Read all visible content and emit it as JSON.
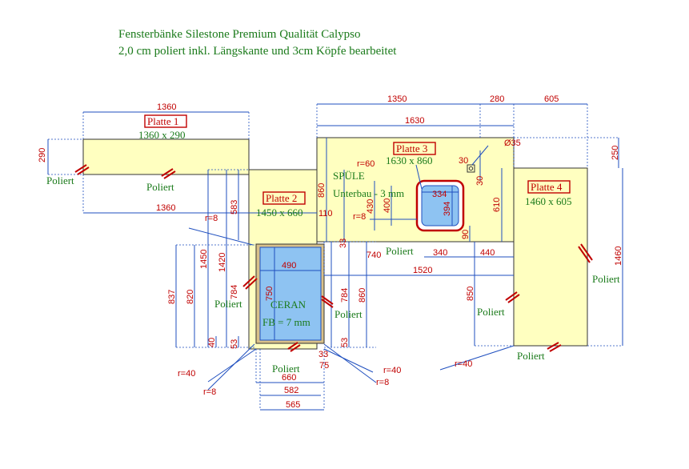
{
  "header": {
    "line1": "Fensterbänke Silestone Premium Qualität Calypso",
    "line2": "2,0 cm poliert inkl. Längskante und 3cm Köpfe bearbeitet"
  },
  "plates": {
    "p1": {
      "name": "Platte 1",
      "size": "1360 x 290"
    },
    "p2": {
      "name": "Platte 2",
      "size": "1450 x 660"
    },
    "p3": {
      "name": "Platte 3",
      "size": "1630 x 860"
    },
    "p4": {
      "name": "Platte 4",
      "size": "1460 x 605"
    }
  },
  "cutouts": {
    "spule_title": "SPÜLE",
    "spule_sub": "Unterbau - 3 mm",
    "ceran_title": "CERAN",
    "ceran_sub": "FB = 7 mm"
  },
  "labels": {
    "poliert": "Poliert",
    "r8": "r=8",
    "r40": "r=40",
    "r60": "r=60",
    "dia35": "Ø35"
  },
  "dims": {
    "d1360": "1360",
    "d1350": "1350",
    "d280": "280",
    "d605": "605",
    "d1630": "1630",
    "d290": "290",
    "d250": "250",
    "d30": "30",
    "d860": "860",
    "d583": "583",
    "d110": "110",
    "d430": "430",
    "d400": "400",
    "d334": "334",
    "d394": "394",
    "d610": "610",
    "d90": "90",
    "d340": "340",
    "d440": "440",
    "d1520": "1520",
    "d740": "740",
    "d1460": "1460",
    "d850": "850",
    "d490": "490",
    "d750": "750",
    "d837": "837",
    "d820": "820",
    "d1450": "1450",
    "d1420": "1420",
    "d784": "784",
    "d40": "40",
    "d53": "53",
    "d33": "33",
    "d75": "75",
    "d660": "660",
    "d582": "582",
    "d565": "565"
  }
}
